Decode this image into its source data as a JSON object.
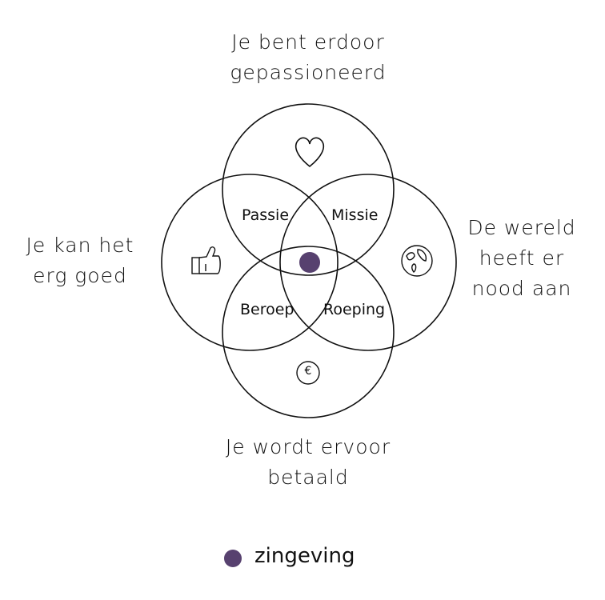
{
  "labels": {
    "top": [
      "Je bent erdoor",
      "gepassioneerd"
    ],
    "left": [
      "Je kan het",
      "erg goed"
    ],
    "right": [
      "De wereld",
      "heeft er",
      "nood aan"
    ],
    "bottom": [
      "Je wordt ervoor",
      "betaald"
    ]
  },
  "regions": {
    "passie": "Passie",
    "missie": "Missie",
    "beroep": "Beroep",
    "roeping": "Roeping"
  },
  "icons": {
    "top": "heart-icon",
    "left": "thumbs-up-icon",
    "right": "globe-icon",
    "bottom": "euro-coin-icon"
  },
  "euro_symbol": "€",
  "legend": {
    "label": "zingeving"
  },
  "colors": {
    "center_dot": "#57416f",
    "stroke": "#111111"
  }
}
